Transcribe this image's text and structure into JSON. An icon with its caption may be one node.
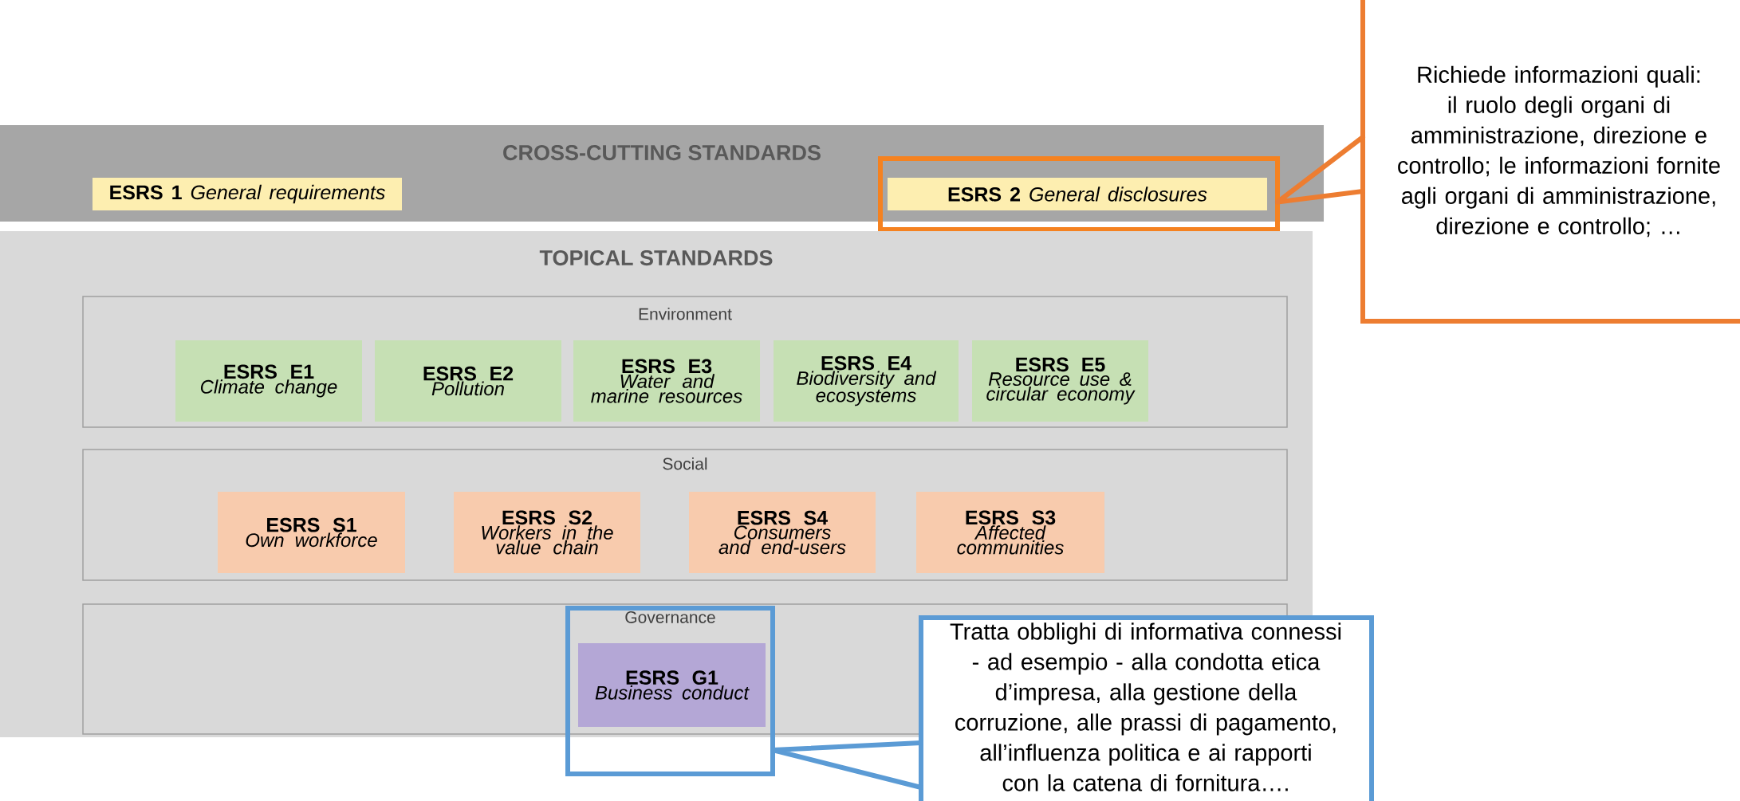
{
  "diagram": {
    "nodes": [
      {
        "text": [
          "CROSS-CUTTING STANDARDS"
        ]
      },
      {
        "text": [
          "**ESRS 1** *General requirements*"
        ],
        "in": 0
      },
      {
        "text": [],
        "shape": "box"
      },
      {
        "text": [
          "**ESRS 2** *General disclosures*"
        ],
        "in": 2
      },
      {
        "text": [
          "TOPICAL STANDARDS"
        ]
      },
      {
        "text": [
          "Environment"
        ],
        "in": 4
      },
      {
        "text": [
          "ESRS E1",
          "Climate change"
        ],
        "in": 5
      },
      {
        "text": [
          "ESRS E2",
          "Pollution"
        ],
        "in": 5
      },
      {
        "text": [
          "ESRS E3",
          "Water and marine resources"
        ],
        "in": 5
      },
      {
        "text": [
          "ESRS E4",
          "Biodiversity and ecosystems"
        ],
        "in": 5
      },
      {
        "text": [
          "ESRS E5",
          "Resource use & circular economy"
        ],
        "in": 5
      },
      {
        "text": [
          "Social"
        ],
        "in": 4
      },
      {
        "text": [
          "ESRS S1",
          "Own workforce"
        ],
        "in": 11
      },
      {
        "text": [
          "ESRS S2",
          "Workers in the value chain"
        ],
        "in": 11
      },
      {
        "text": [
          "ESRS S4",
          "Consumers and end-users"
        ],
        "in": 11
      },
      {
        "text": [
          "ESRS S3",
          "Affected communities"
        ],
        "in": 11
      },
      {
        "text": [],
        "shape": "box",
        "in": 4
      },
      {
        "text": [
          "Governance"
        ]
      },
      {
        "text": [
          "ESRS G1",
          "Business conduct"
        ]
      },
      {
        "text": [
          "Richiede informazioni quali: il ruolo degli organi di amministrazione, direzione e controllo; le informazioni fornite agli organi di amministrazione, direzione e controllo; …"
        ]
      },
      {
        "text": [
          "Tratta obblighi di informativa connessi - ad esempio - alla condotta etica d’impresa, alla gestione della corruzione, alle prassi di pagamento, all’influenza politica e ai rapporti con la catena di fornitura…."
        ]
      }
    ],
    "edges": [
      {
        "from": 19,
        "to": 2,
        "arrow": "none",
        "color": "#ed7d31"
      },
      {
        "from": 20,
        "to": 17,
        "arrow": "none",
        "color": "#5b9bd5"
      }
    ]
  }
}
